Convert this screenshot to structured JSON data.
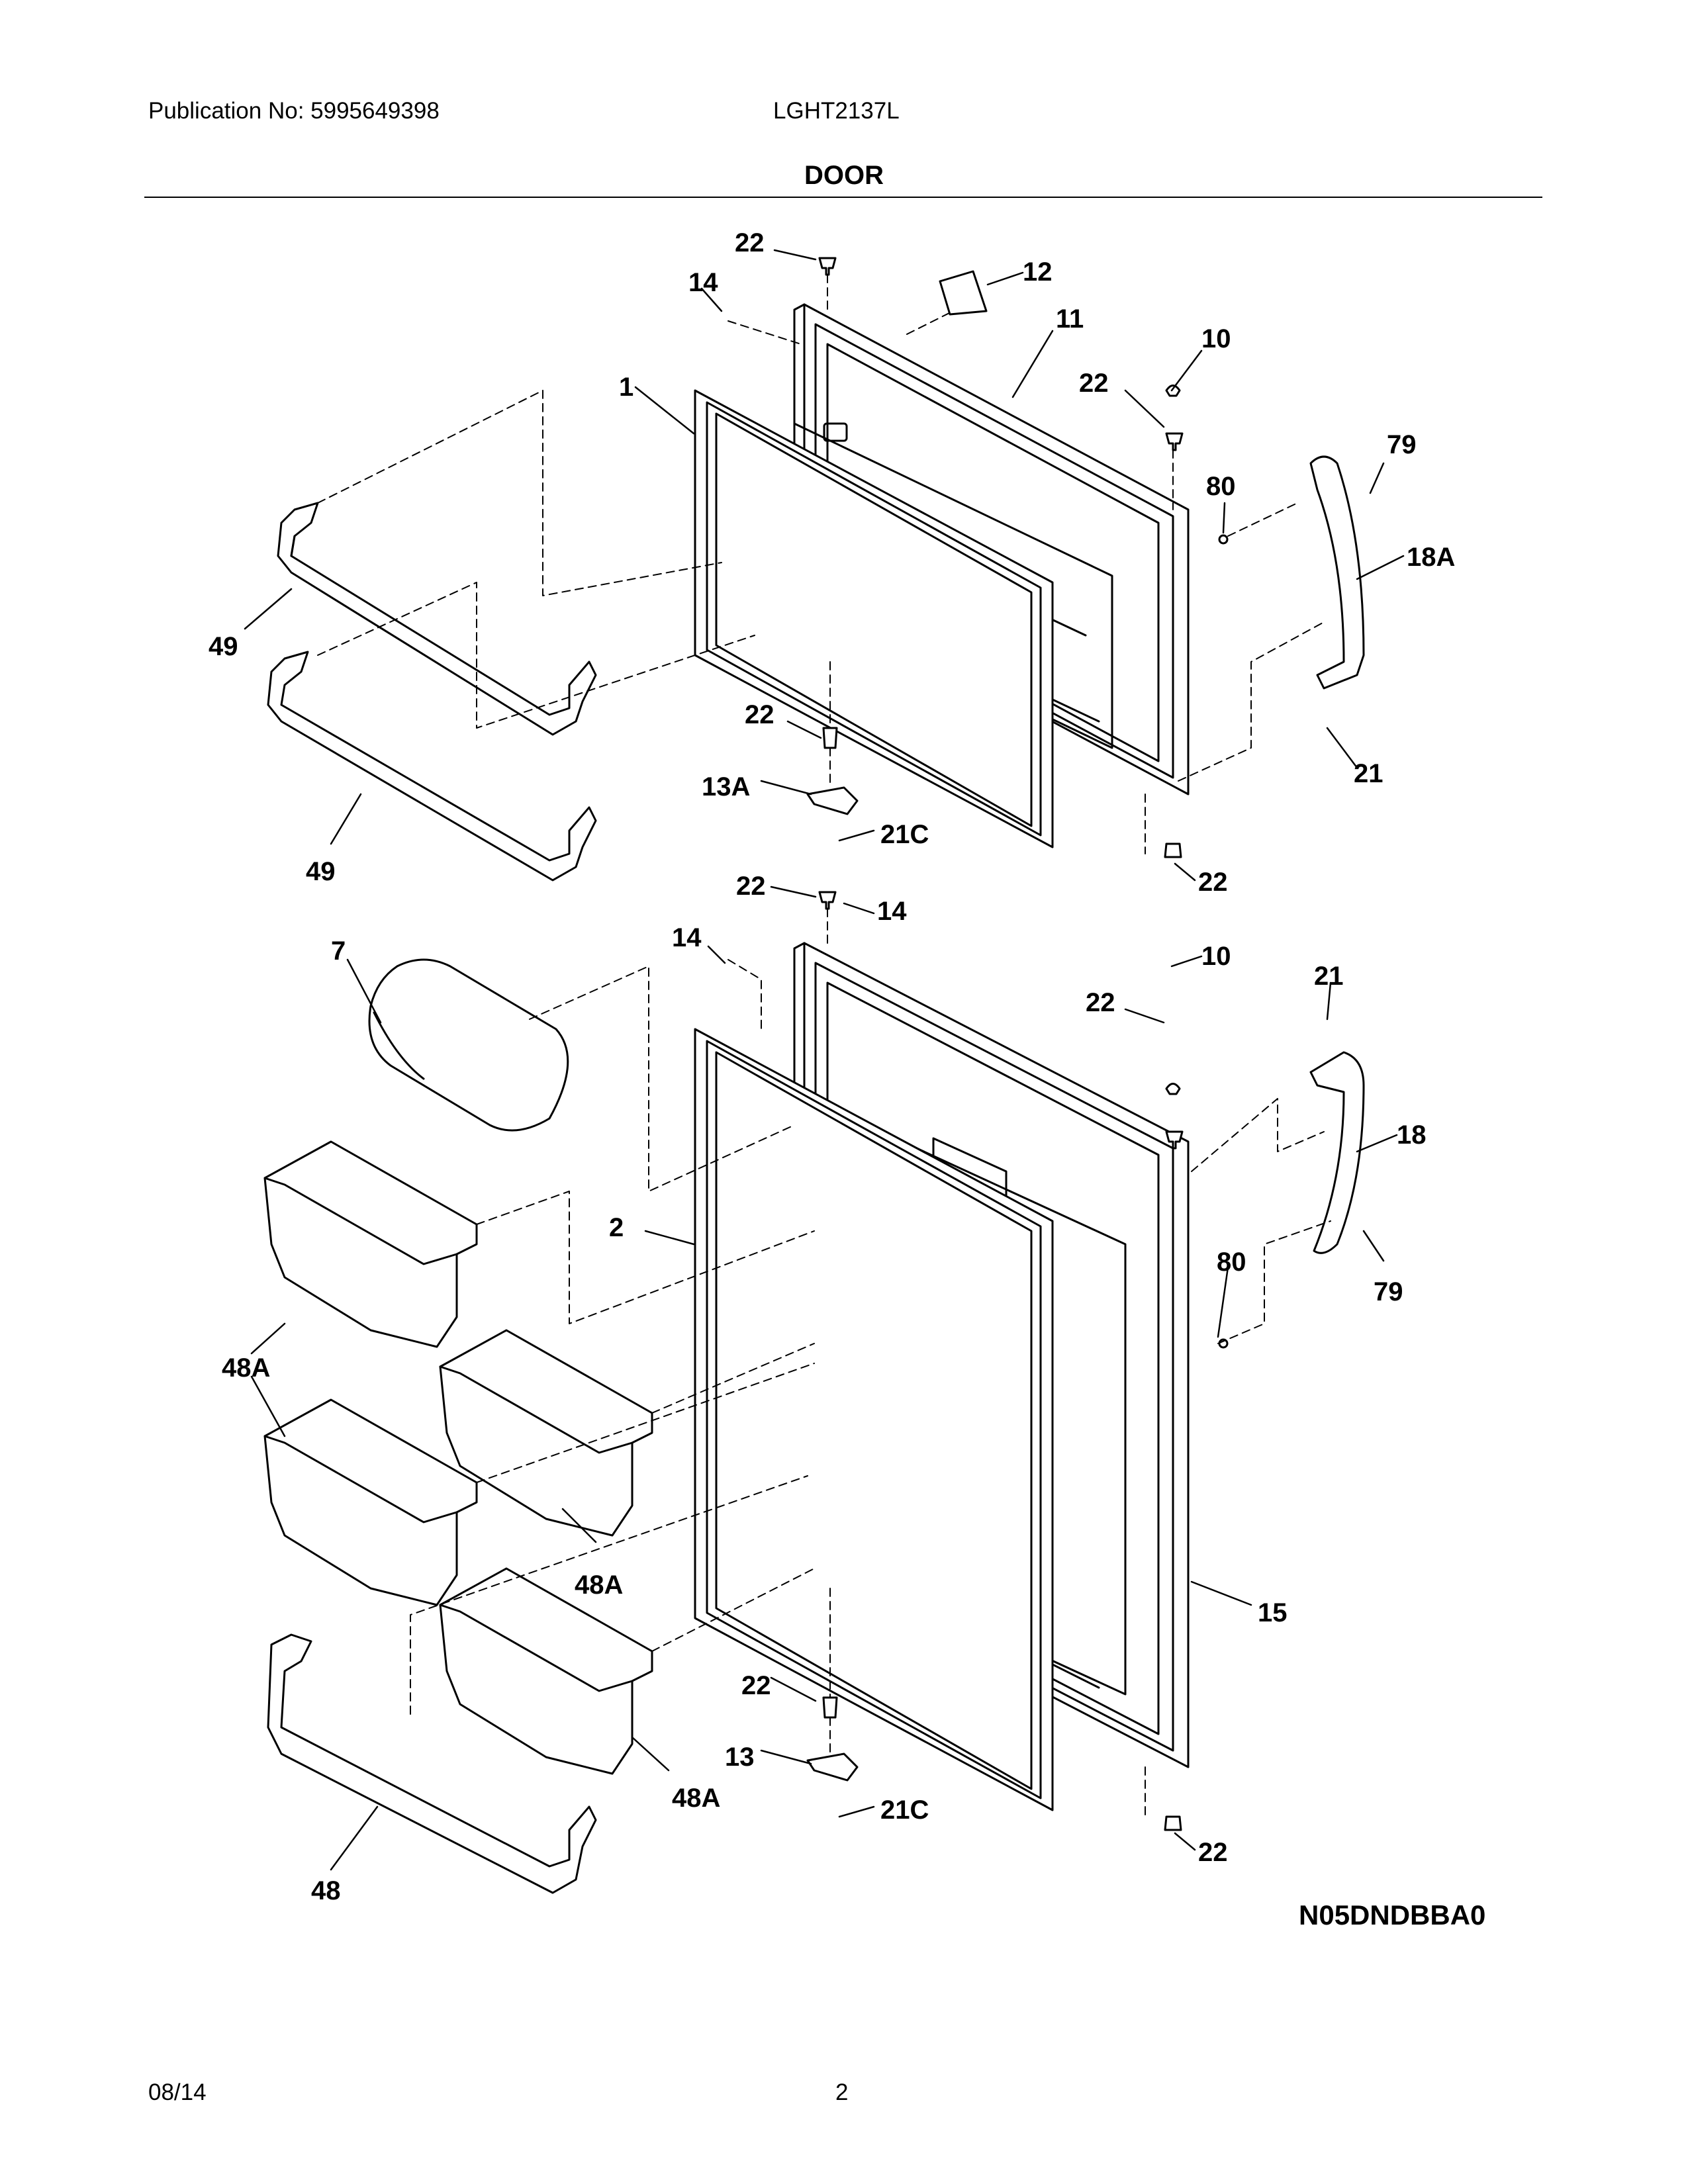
{
  "header": {
    "publication": "Publication No: 5995649398",
    "model": "LGHT2137L",
    "title": "DOOR"
  },
  "diagram": {
    "callouts": [
      {
        "id": "c-22-top",
        "text": "22"
      },
      {
        "id": "c-12",
        "text": "12"
      },
      {
        "id": "c-14-top",
        "text": "14"
      },
      {
        "id": "c-11",
        "text": "11"
      },
      {
        "id": "c-10-top",
        "text": "10"
      },
      {
        "id": "c-1",
        "text": "1"
      },
      {
        "id": "c-22-fz-right",
        "text": "22"
      },
      {
        "id": "c-79-top",
        "text": "79"
      },
      {
        "id": "c-80-top",
        "text": "80"
      },
      {
        "id": "c-18A",
        "text": "18A"
      },
      {
        "id": "c-49-upper",
        "text": "49"
      },
      {
        "id": "c-22-fz-bottom",
        "text": "22"
      },
      {
        "id": "c-21-top",
        "text": "21"
      },
      {
        "id": "c-13A",
        "text": "13A"
      },
      {
        "id": "c-21C-top",
        "text": "21C"
      },
      {
        "id": "c-49-lower",
        "text": "49"
      },
      {
        "id": "c-22-fz-foot",
        "text": "22"
      },
      {
        "id": "c-22-ff-top",
        "text": "22"
      },
      {
        "id": "c-14-ff-right",
        "text": "14"
      },
      {
        "id": "c-14-ff-left",
        "text": "14"
      },
      {
        "id": "c-7",
        "text": "7"
      },
      {
        "id": "c-10-ff",
        "text": "10"
      },
      {
        "id": "c-21-ff",
        "text": "21"
      },
      {
        "id": "c-22-ff-right",
        "text": "22"
      },
      {
        "id": "c-18",
        "text": "18"
      },
      {
        "id": "c-2",
        "text": "2"
      },
      {
        "id": "c-80-ff",
        "text": "80"
      },
      {
        "id": "c-79-ff",
        "text": "79"
      },
      {
        "id": "c-48A-left",
        "text": "48A"
      },
      {
        "id": "c-48A-mid",
        "text": "48A"
      },
      {
        "id": "c-15",
        "text": "15"
      },
      {
        "id": "c-22-ff-bottom",
        "text": "22"
      },
      {
        "id": "c-48A-lower",
        "text": "48A"
      },
      {
        "id": "c-13",
        "text": "13"
      },
      {
        "id": "c-21C-bottom",
        "text": "21C"
      },
      {
        "id": "c-22-ff-foot",
        "text": "22"
      },
      {
        "id": "c-48",
        "text": "48"
      }
    ],
    "code": "N05DNDBBA0"
  },
  "footer": {
    "date": "08/14",
    "page": "2"
  }
}
